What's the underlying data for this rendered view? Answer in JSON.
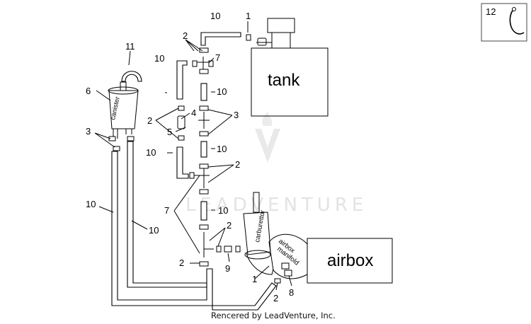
{
  "labels": {
    "tank": "tank",
    "airbox": "airbox",
    "canister": "canister",
    "carburettor": "carburettor",
    "airbox_manifold_line1": "airbox",
    "airbox_manifold_line2": "manifold"
  },
  "callouts": {
    "c1_top": "1",
    "c1_bottom": "1",
    "c2_top": "2",
    "c2_left_mid": "2",
    "c2_right_mid": "2",
    "c2_lower": "2",
    "c2_bottom_left": "2",
    "c2_bottom": "2",
    "c3_right": "3",
    "c3_left": "3",
    "c4": "4",
    "c5": "5",
    "c6": "6",
    "c7_top": "7",
    "c7_lower": "7",
    "c8": "8",
    "c9": "9",
    "c10_top": "10",
    "c10_a": "10",
    "c10_b": "10",
    "c10_c": "10",
    "c10_d": "10",
    "c10_e": "10",
    "c10_long_left": "10",
    "c10_long_right": "10",
    "c11": "11",
    "c12": "12"
  },
  "watermark": "LEADVENTURE",
  "footer": "Rencered by LeadVenture, Inc."
}
